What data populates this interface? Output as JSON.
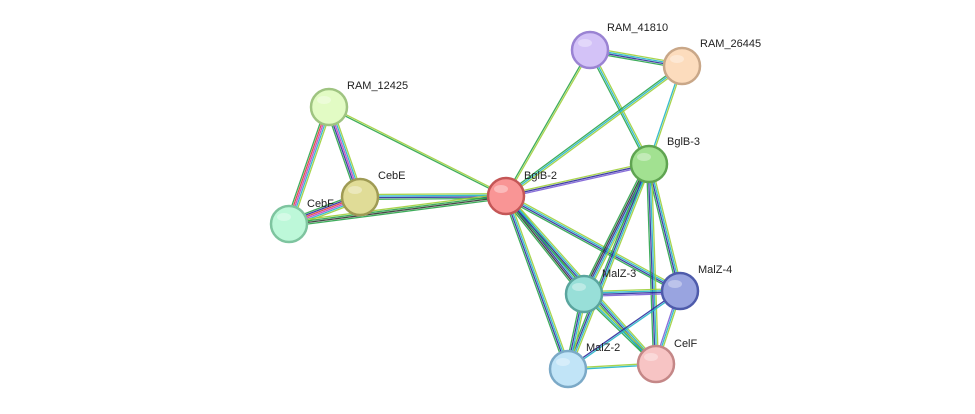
{
  "network": {
    "nodes": [
      {
        "id": "RAM_41810",
        "label": "RAM_41810",
        "fill": "#d3c2f7",
        "stroke": "#9a83d3"
      },
      {
        "id": "RAM_26445",
        "label": "RAM_26445",
        "fill": "#fcdcbd",
        "stroke": "#c9a788"
      },
      {
        "id": "RAM_12425",
        "label": "RAM_12425",
        "fill": "#e2fbc4",
        "stroke": "#9fc481"
      },
      {
        "id": "BglB-3",
        "label": "BglB-3",
        "fill": "#a2e191",
        "stroke": "#5fa451"
      },
      {
        "id": "CebE",
        "label": "CebE",
        "fill": "#e0dc97",
        "stroke": "#9f9b54"
      },
      {
        "id": "BglB-2",
        "label": "BglB-2",
        "fill": "#f99595",
        "stroke": "#c45757"
      },
      {
        "id": "CebF",
        "label": "CebF",
        "fill": "#bdf8d9",
        "stroke": "#7ec49f"
      },
      {
        "id": "MalZ-3",
        "label": "MalZ-3",
        "fill": "#98dfd8",
        "stroke": "#5aa59e"
      },
      {
        "id": "MalZ-4",
        "label": "MalZ-4",
        "fill": "#99a4e0",
        "stroke": "#4e5bab"
      },
      {
        "id": "MalZ-2",
        "label": "MalZ-2",
        "fill": "#c1e4f7",
        "stroke": "#7ba9c7"
      },
      {
        "id": "CelF",
        "label": "CelF",
        "fill": "#f7c4c4",
        "stroke": "#c48787"
      }
    ],
    "edges": [
      {
        "source": "RAM_41810",
        "target": "RAM_26445",
        "colors": [
          "#9ecf3a",
          "#22b5c9",
          "#2c2c9c",
          "#2aa44a"
        ]
      },
      {
        "source": "RAM_41810",
        "target": "BglB-2",
        "colors": [
          "#9ecf3a",
          "#2aa44a"
        ]
      },
      {
        "source": "RAM_41810",
        "target": "BglB-3",
        "colors": [
          "#9ecf3a",
          "#22b5c9",
          "#2aa44a"
        ]
      },
      {
        "source": "RAM_26445",
        "target": "BglB-2",
        "colors": [
          "#9ecf3a",
          "#22b5c9",
          "#2aa44a"
        ]
      },
      {
        "source": "RAM_26445",
        "target": "BglB-3",
        "colors": [
          "#9ecf3a",
          "#22b5c9"
        ]
      },
      {
        "source": "RAM_12425",
        "target": "CebE",
        "colors": [
          "#9ecf3a",
          "#22b5c9",
          "#c243c4",
          "#2c2c9c",
          "#2aa44a"
        ]
      },
      {
        "source": "RAM_12425",
        "target": "CebF",
        "colors": [
          "#9ecf3a",
          "#22b5c9",
          "#c243c4",
          "#e33b3b",
          "#2aa44a"
        ]
      },
      {
        "source": "RAM_12425",
        "target": "BglB-2",
        "colors": [
          "#9ecf3a",
          "#2aa44a"
        ]
      },
      {
        "source": "CebE",
        "target": "CebF",
        "colors": [
          "#9ecf3a",
          "#22b5c9",
          "#c243c4",
          "#e33b3b",
          "#2c2c9c",
          "#2aa44a"
        ]
      },
      {
        "source": "CebE",
        "target": "BglB-2",
        "colors": [
          "#9ecf3a",
          "#22b5c9",
          "#2c2c9c",
          "#2aa44a"
        ]
      },
      {
        "source": "CebF",
        "target": "BglB-2",
        "colors": [
          "#9ecf3a",
          "#2aa44a",
          "#333333",
          "#2aa44a"
        ]
      },
      {
        "source": "BglB-2",
        "target": "BglB-3",
        "colors": [
          "#9ecf3a",
          "#2c2c9c",
          "#7d5fd6"
        ]
      },
      {
        "source": "BglB-2",
        "target": "MalZ-3",
        "colors": [
          "#9ecf3a",
          "#22b5c9",
          "#2c2c9c",
          "#333333",
          "#2aa44a"
        ]
      },
      {
        "source": "BglB-2",
        "target": "MalZ-4",
        "colors": [
          "#9ecf3a",
          "#22b5c9",
          "#2c2c9c",
          "#2aa44a"
        ]
      },
      {
        "source": "BglB-2",
        "target": "MalZ-2",
        "colors": [
          "#9ecf3a",
          "#22b5c9",
          "#2c2c9c",
          "#2aa44a"
        ]
      },
      {
        "source": "BglB-2",
        "target": "CelF",
        "colors": [
          "#9ecf3a",
          "#22b5c9",
          "#2c2c9c",
          "#2aa44a"
        ]
      },
      {
        "source": "BglB-3",
        "target": "MalZ-3",
        "colors": [
          "#9ecf3a",
          "#22b5c9",
          "#2c2c9c",
          "#333333",
          "#2aa44a"
        ]
      },
      {
        "source": "BglB-3",
        "target": "MalZ-4",
        "colors": [
          "#9ecf3a",
          "#22b5c9",
          "#2c2c9c",
          "#2aa44a"
        ]
      },
      {
        "source": "BglB-3",
        "target": "MalZ-2",
        "colors": [
          "#9ecf3a",
          "#22b5c9",
          "#2c2c9c",
          "#2aa44a"
        ]
      },
      {
        "source": "BglB-3",
        "target": "CelF",
        "colors": [
          "#9ecf3a",
          "#22b5c9",
          "#2c2c9c",
          "#2aa44a"
        ]
      },
      {
        "source": "MalZ-3",
        "target": "MalZ-4",
        "colors": [
          "#9ecf3a",
          "#22b5c9",
          "#2c2c9c",
          "#7d5fd6"
        ]
      },
      {
        "source": "MalZ-3",
        "target": "MalZ-2",
        "colors": [
          "#9ecf3a",
          "#22b5c9",
          "#2c2c9c",
          "#2aa44a"
        ]
      },
      {
        "source": "MalZ-3",
        "target": "CelF",
        "colors": [
          "#9ecf3a",
          "#22b5c9",
          "#2aa44a"
        ]
      },
      {
        "source": "MalZ-4",
        "target": "MalZ-2",
        "colors": [
          "#22b5c9",
          "#2c2c9c"
        ]
      },
      {
        "source": "MalZ-4",
        "target": "CelF",
        "colors": [
          "#9ecf3a",
          "#22b5c9",
          "#7d5fd6"
        ]
      },
      {
        "source": "MalZ-2",
        "target": "CelF",
        "colors": [
          "#9ecf3a",
          "#22b5c9"
        ]
      }
    ]
  }
}
